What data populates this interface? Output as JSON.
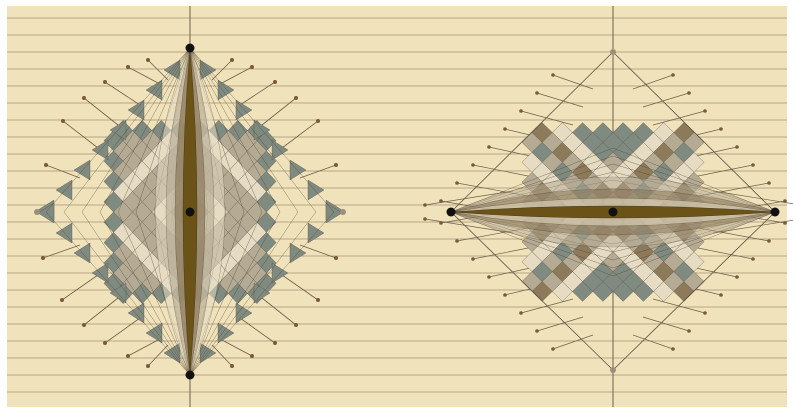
{
  "colors": {
    "background": "#f0e2bb",
    "frame": "#ffffff",
    "stripe_line": "#8a7a5c",
    "axis_line": "#6e6048",
    "outer_tile": "#7f8a80",
    "light_tile": "#e6dcc4",
    "mid_tile": "#b5ab95",
    "dark_tile": "#8d7a5a",
    "core_fill": "#6b5216",
    "ray_line": "#6e6048",
    "point_fill": "#111111",
    "small_point_fill": "#7a5a3c"
  },
  "figures": [
    {
      "name": "vertical-lattice",
      "orientation": "vertical"
    },
    {
      "name": "horizontal-lattice",
      "orientation": "horizontal"
    }
  ]
}
